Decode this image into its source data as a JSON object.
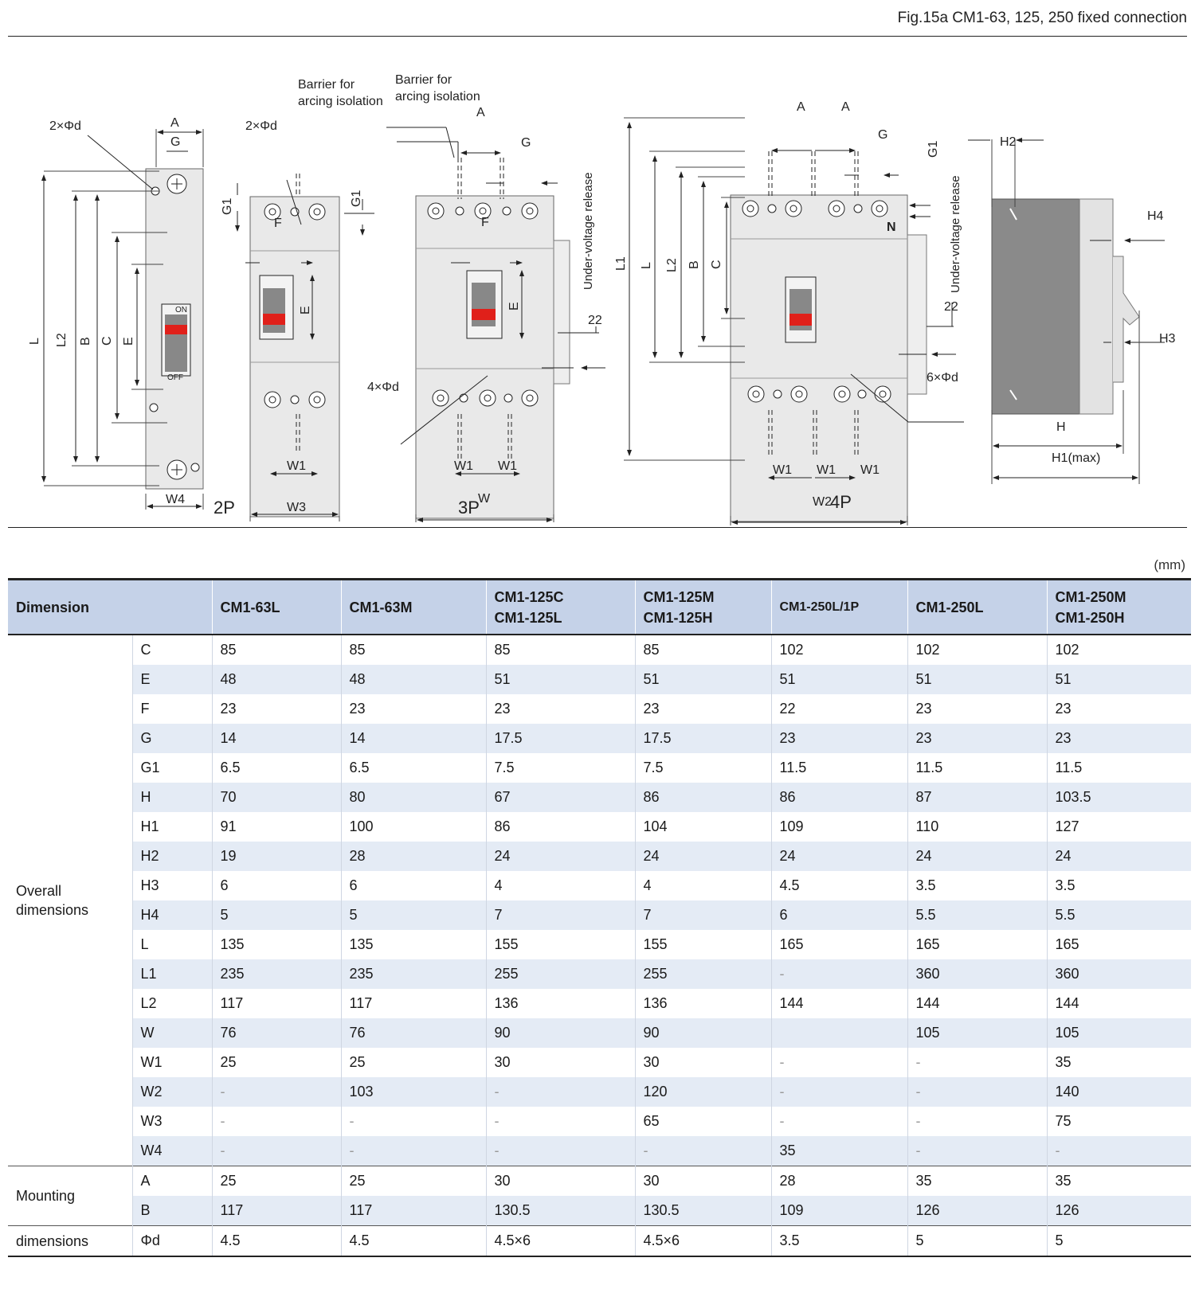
{
  "figure": {
    "title": "Fig.15a CM1-63, 125, 250 fixed connection",
    "views": [
      "2P",
      "3P",
      "4P"
    ],
    "labels": {
      "barrier1": [
        "Barrier for",
        "arcing isolation"
      ],
      "barrier2": [
        "Barrier for",
        "arcing isolation"
      ],
      "undervoltage": "Under-voltage release",
      "hole2": "2×Φd",
      "hole4": "4×Φd",
      "hole6": "6×Φd",
      "dim22": "22",
      "h1max": "H1(max)",
      "on": "ON",
      "off": "OFF",
      "n": "N"
    }
  },
  "table": {
    "units": "(mm)",
    "header": {
      "dimension": "Dimension",
      "columns": [
        "CM1-63L",
        "CM1-63M",
        "CM1-125C\nCM1-125L",
        "CM1-125M\nCM1-125H",
        "CM1-250L/1P",
        "CM1-250L",
        "CM1-250M\nCM1-250H"
      ]
    },
    "groups": [
      {
        "label": "Overall\ndimensions",
        "rows": [
          {
            "symbol": "C",
            "values": [
              "85",
              "85",
              "85",
              "85",
              "102",
              "102",
              "102"
            ]
          },
          {
            "symbol": "E",
            "values": [
              "48",
              "48",
              "51",
              "51",
              "51",
              "51",
              "51"
            ]
          },
          {
            "symbol": "F",
            "values": [
              "23",
              "23",
              "23",
              "23",
              "22",
              "23",
              "23"
            ]
          },
          {
            "symbol": "G",
            "values": [
              "14",
              "14",
              "17.5",
              "17.5",
              "23",
              "23",
              "23"
            ]
          },
          {
            "symbol": "G1",
            "values": [
              "6.5",
              "6.5",
              "7.5",
              "7.5",
              "11.5",
              "11.5",
              "11.5"
            ]
          },
          {
            "symbol": "H",
            "values": [
              "70",
              "80",
              "67",
              "86",
              "86",
              "87",
              "103.5"
            ]
          },
          {
            "symbol": "H1",
            "values": [
              "91",
              "100",
              "86",
              "104",
              "109",
              "110",
              "127"
            ]
          },
          {
            "symbol": "H2",
            "values": [
              "19",
              "28",
              "24",
              "24",
              "24",
              "24",
              "24"
            ]
          },
          {
            "symbol": "H3",
            "values": [
              "6",
              "6",
              "4",
              "4",
              "4.5",
              "3.5",
              "3.5"
            ]
          },
          {
            "symbol": "H4",
            "values": [
              "5",
              "5",
              "7",
              "7",
              "6",
              "5.5",
              "5.5"
            ]
          },
          {
            "symbol": "L",
            "values": [
              "135",
              "135",
              "155",
              "155",
              "165",
              "165",
              "165"
            ]
          },
          {
            "symbol": "L1",
            "values": [
              "235",
              "235",
              "255",
              "255",
              "-",
              "360",
              "360"
            ]
          },
          {
            "symbol": "L2",
            "values": [
              "117",
              "117",
              "136",
              "136",
              "144",
              "144",
              "144"
            ]
          },
          {
            "symbol": "W",
            "values": [
              "76",
              "76",
              "90",
              "90",
              "",
              "105",
              "105"
            ]
          },
          {
            "symbol": "W1",
            "values": [
              "25",
              "25",
              "30",
              "30",
              "-",
              "-",
              "35"
            ]
          },
          {
            "symbol": "W2",
            "values": [
              "-",
              "103",
              "-",
              "120",
              "-",
              "-",
              "140"
            ]
          },
          {
            "symbol": "W3",
            "values": [
              "-",
              "-",
              "-",
              "65",
              "-",
              "-",
              "75"
            ]
          },
          {
            "symbol": "W4",
            "values": [
              "-",
              "-",
              "-",
              "-",
              "35",
              "-",
              "-"
            ]
          }
        ]
      },
      {
        "label": "Mounting",
        "rows": [
          {
            "symbol": "A",
            "values": [
              "25",
              "25",
              "30",
              "30",
              "28",
              "35",
              "35"
            ]
          },
          {
            "symbol": "B",
            "values": [
              "117",
              "117",
              "130.5",
              "130.5",
              "109",
              "126",
              "126"
            ]
          }
        ]
      },
      {
        "label": "dimensions",
        "rows": [
          {
            "symbol": "Φd",
            "values": [
              "4.5",
              "4.5",
              "4.5×6",
              "4.5×6",
              "3.5",
              "5",
              "5"
            ]
          }
        ]
      }
    ]
  }
}
